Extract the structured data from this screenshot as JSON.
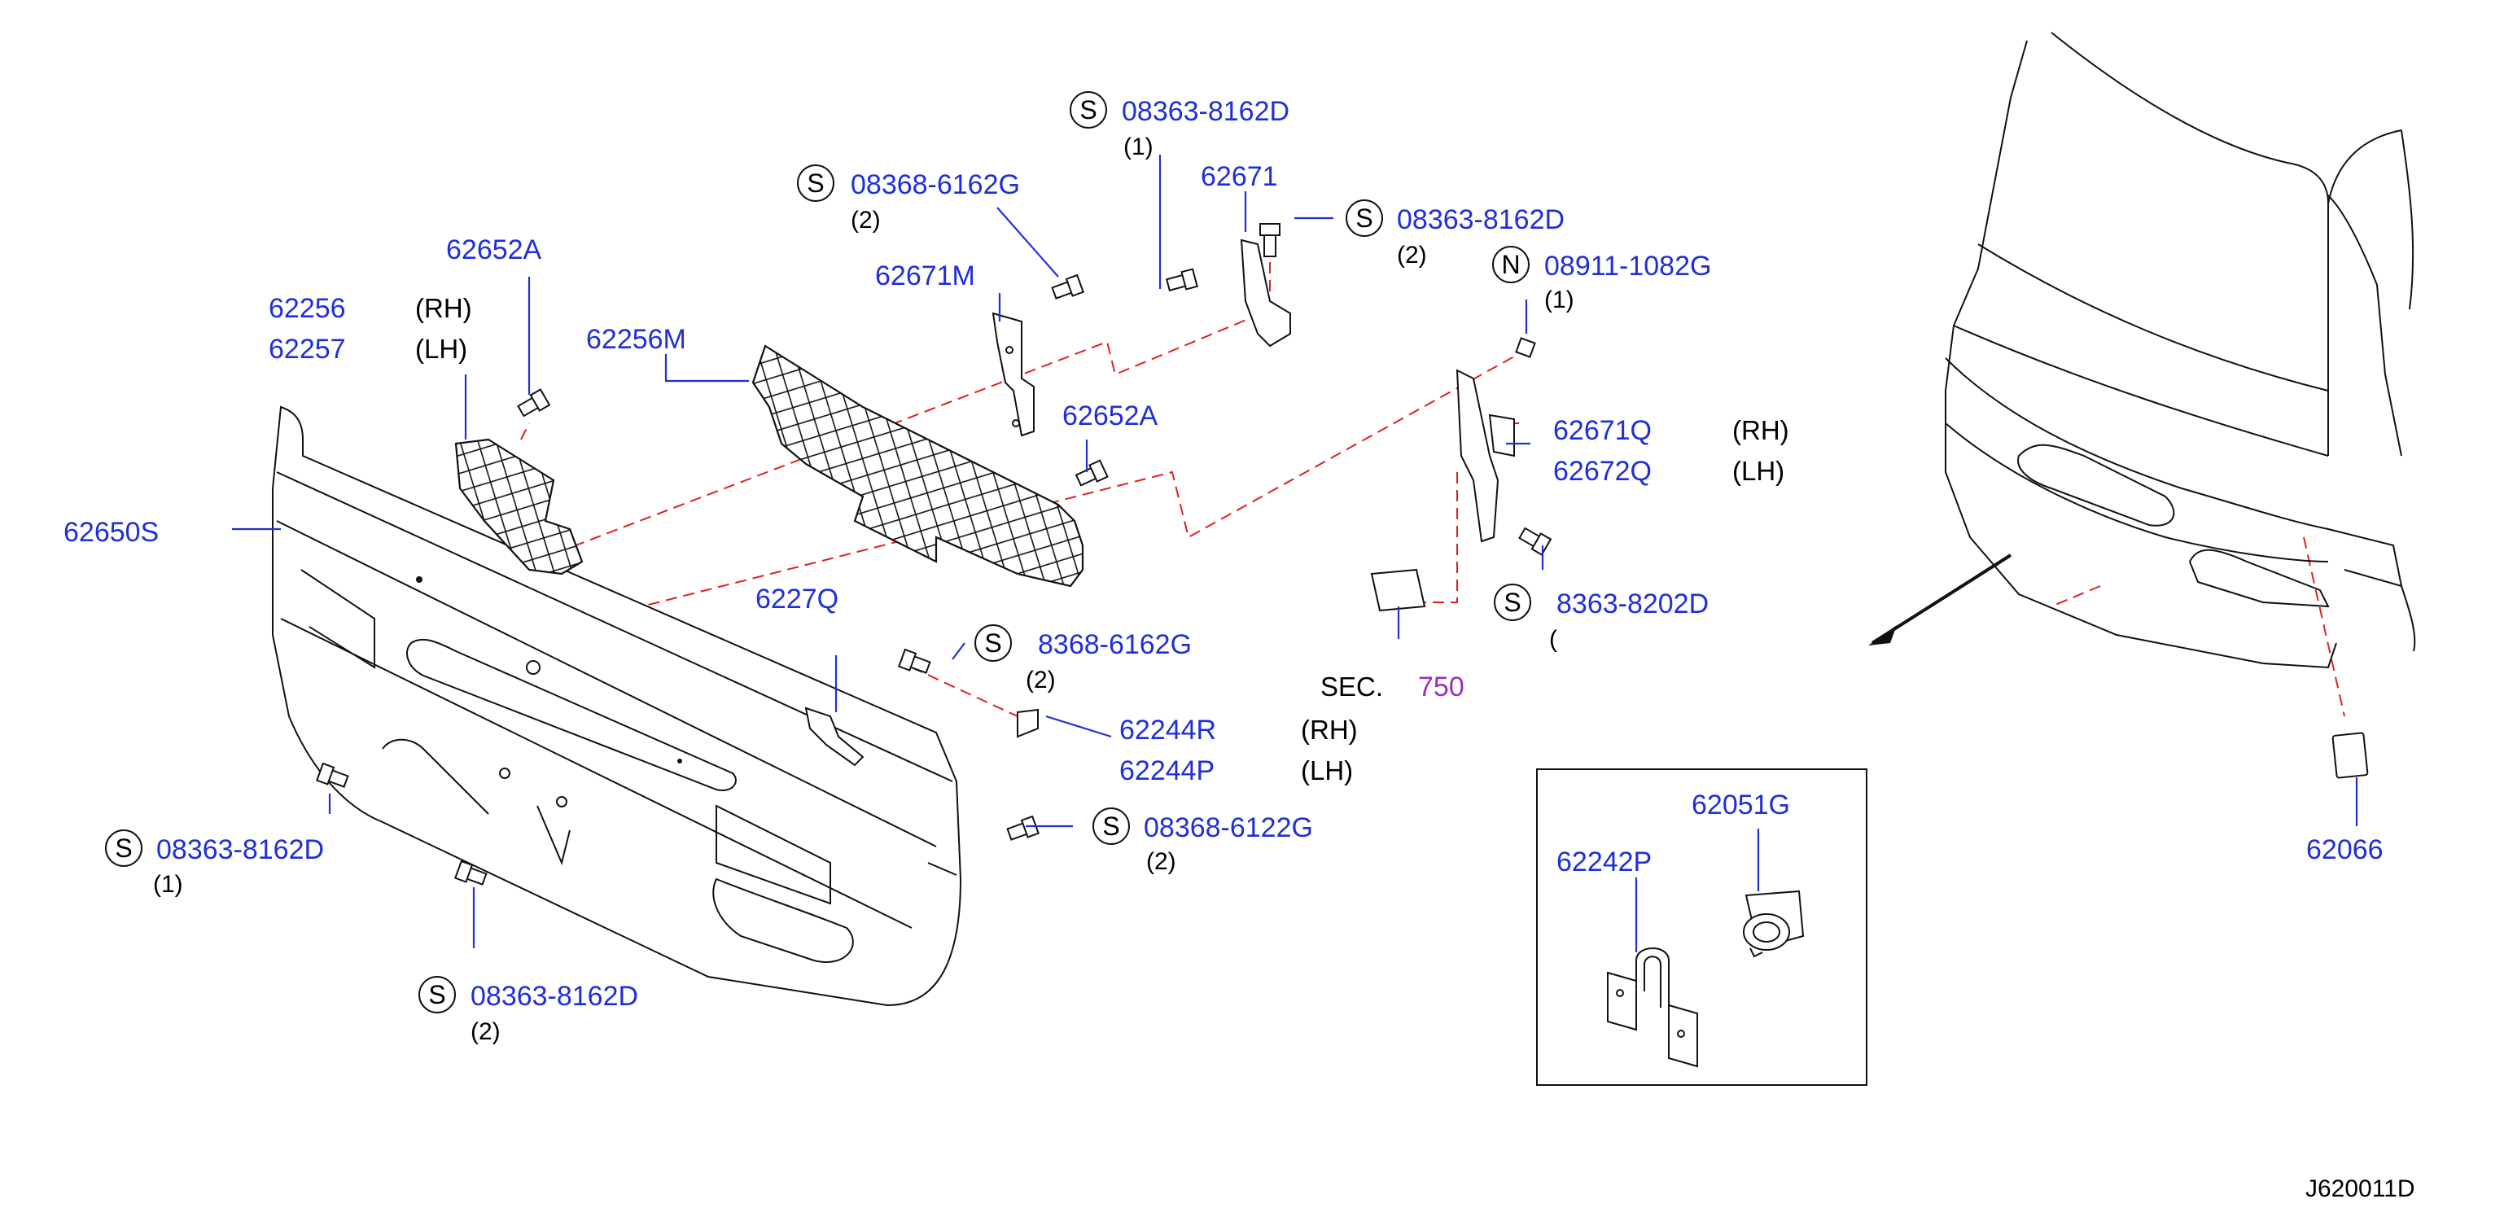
{
  "callouts": {
    "c62650S": "62650S",
    "c62652A_1": "62652A",
    "c62652A_2": "62652A",
    "c62256": "62256",
    "c62257": "62257",
    "c62256M": "62256M",
    "c62671M": "62671M",
    "c62671": "62671",
    "c62671Q": "62671Q",
    "c62672Q": "62672Q",
    "c62272Q": "6227Q",
    "c62244R": "62244R",
    "c62244P": "62244P",
    "c62242P": "62242P",
    "c62051G": "62051G",
    "c62066": "62066",
    "sec_label": "SEC.",
    "sec_num": "750"
  },
  "sides": {
    "rh": "(RH)",
    "lh": "(LH)"
  },
  "fasteners": [
    {
      "badge": "S",
      "part": "08363-8162D",
      "qty": "(1)"
    },
    {
      "badge": "S",
      "part": "08368-6162G",
      "qty": "(2)"
    },
    {
      "badge": "S",
      "part": "08363-8162D",
      "qty": "(2)"
    },
    {
      "badge": "N",
      "part": "08911-1082G",
      "qty": "(1)"
    },
    {
      "badge": "S",
      "part": "8363-8202D",
      "qty": "("
    },
    {
      "badge": "S",
      "part": "8368-6162G",
      "qty": "(2)"
    },
    {
      "badge": "S",
      "part": "08368-6122G",
      "qty": "(2)"
    },
    {
      "badge": "S",
      "part": "08363-8162D",
      "qty": "(1)"
    },
    {
      "badge": "S",
      "part": "08363-8162D",
      "qty": "(2)"
    }
  ],
  "diagram_ref": "J620011D",
  "colors": {
    "part_number": "#1f2fd8",
    "highlight": "#9b2fc0",
    "leader": "#1f2fd8",
    "dash": "#e02020",
    "ink": "#111111"
  }
}
